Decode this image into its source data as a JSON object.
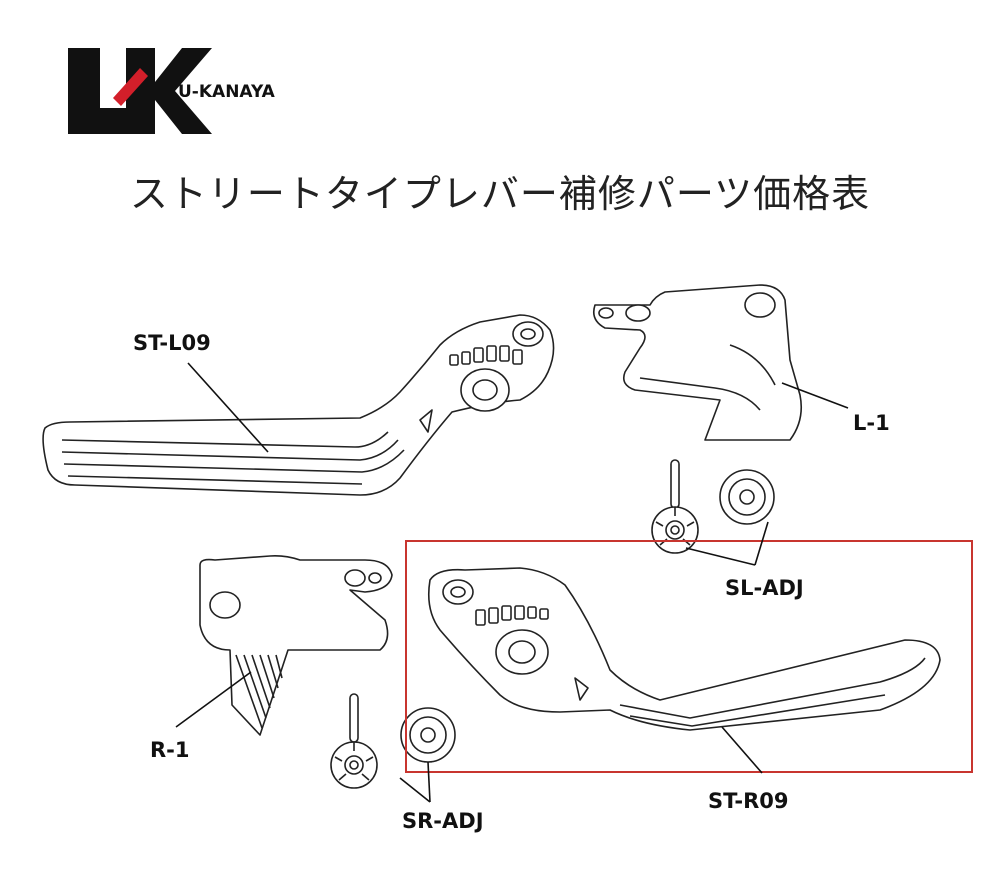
{
  "brand": {
    "logo_mark": "LK",
    "name": "U-KANAYA",
    "colors": {
      "black": "#111111",
      "red": "#d31f2a"
    }
  },
  "title": "ストリートタイプレバー補修パーツ価格表",
  "parts": {
    "st_l09": "ST-L09",
    "l_1": "L-1",
    "sl_adj": "SL-ADJ",
    "r_1": "R-1",
    "sr_adj": "SR-ADJ",
    "st_r09": "ST-R09"
  },
  "highlight": {
    "color": "#c8352f",
    "target": "ST-R09"
  }
}
